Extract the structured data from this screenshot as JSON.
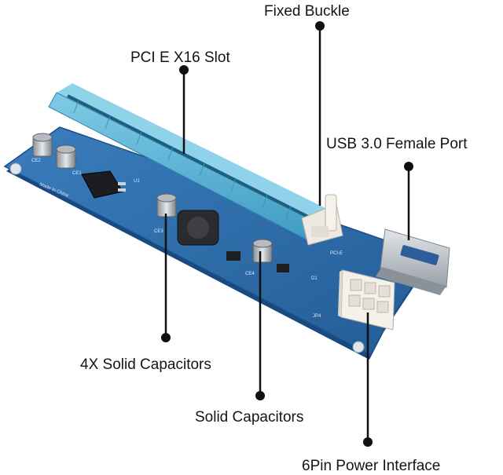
{
  "callouts": {
    "fixed_buckle": "Fixed Buckle",
    "pcie_slot": "PCI E X16 Slot",
    "usb_port": "USB 3.0 Female Port",
    "solid_caps_4x": "4X Solid Capacitors",
    "solid_caps": "Solid Capacitors",
    "power_interface": "6Pin Power Interface"
  },
  "board_marks": {
    "made_in": "Made In China",
    "ce2": "CE2",
    "ce1": "CE1",
    "u1": "U1",
    "ce3": "CE3",
    "ce4": "CE4",
    "pcie": "PCI-E",
    "jp4": "JP4",
    "d1": "D1"
  },
  "colors": {
    "pcb": "#2f6fae",
    "pcb_dark": "#174a80",
    "slot": "#5ab4d6",
    "connector": "#f1ede6",
    "usb_metal": "#c9ced3",
    "leader": "#111111"
  }
}
